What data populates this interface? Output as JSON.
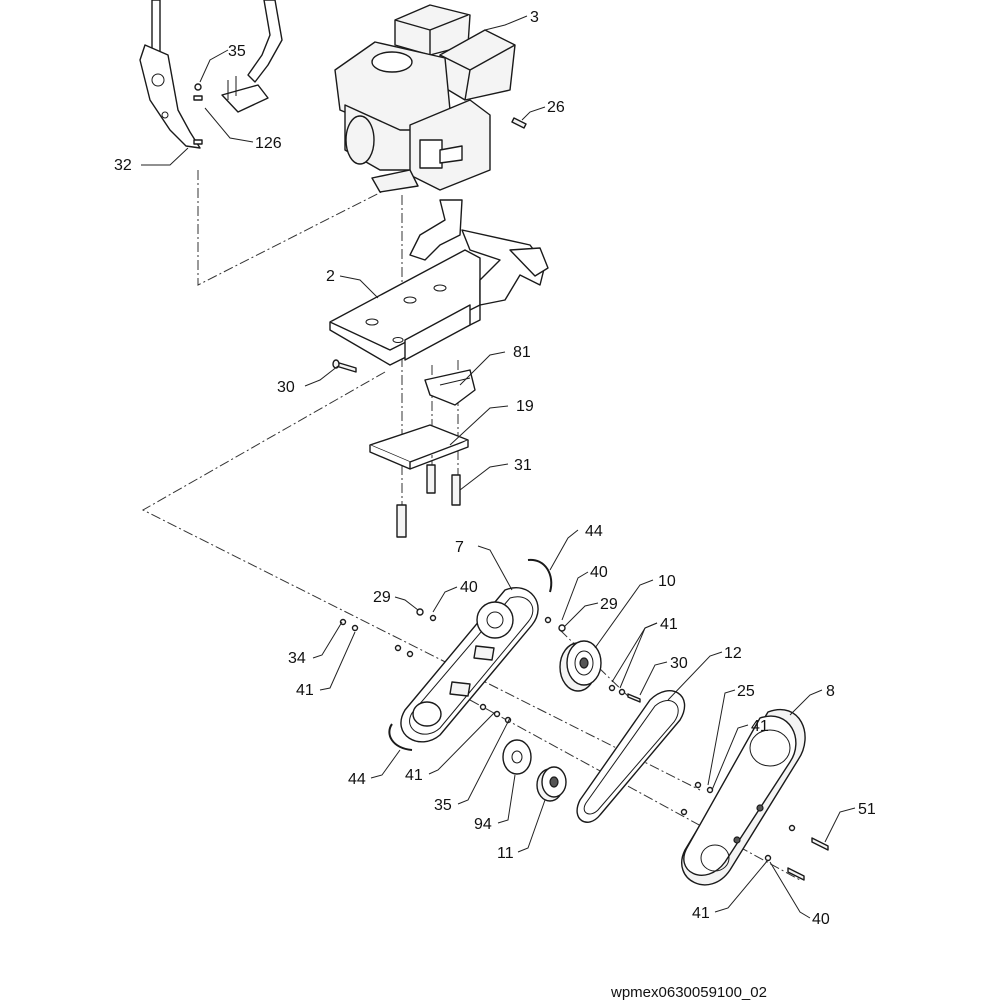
{
  "drawing_id": "wpmex0630059100_02",
  "callouts": [
    {
      "key": "c3",
      "text": "3"
    },
    {
      "key": "c35a",
      "text": "35"
    },
    {
      "key": "c26",
      "text": "26"
    },
    {
      "key": "c126",
      "text": "126"
    },
    {
      "key": "c32",
      "text": "32"
    },
    {
      "key": "c2",
      "text": "2"
    },
    {
      "key": "c81",
      "text": "81"
    },
    {
      "key": "c30a",
      "text": "30"
    },
    {
      "key": "c19",
      "text": "19"
    },
    {
      "key": "c31",
      "text": "31"
    },
    {
      "key": "c44a",
      "text": "44"
    },
    {
      "key": "c7",
      "text": "7"
    },
    {
      "key": "c40a",
      "text": "40"
    },
    {
      "key": "c29a",
      "text": "29"
    },
    {
      "key": "c40b",
      "text": "40"
    },
    {
      "key": "c29b",
      "text": "29"
    },
    {
      "key": "c10",
      "text": "10"
    },
    {
      "key": "c41a",
      "text": "41"
    },
    {
      "key": "c30b",
      "text": "30"
    },
    {
      "key": "c12",
      "text": "12"
    },
    {
      "key": "c34",
      "text": "34"
    },
    {
      "key": "c41b",
      "text": "41"
    },
    {
      "key": "c25",
      "text": "25"
    },
    {
      "key": "c8",
      "text": "8"
    },
    {
      "key": "c41c",
      "text": "41"
    },
    {
      "key": "c44b",
      "text": "44"
    },
    {
      "key": "c41d",
      "text": "41"
    },
    {
      "key": "c35b",
      "text": "35"
    },
    {
      "key": "c94",
      "text": "94"
    },
    {
      "key": "c11",
      "text": "11"
    },
    {
      "key": "c51",
      "text": "51"
    },
    {
      "key": "c41e",
      "text": "41"
    },
    {
      "key": "c40c",
      "text": "40"
    }
  ]
}
